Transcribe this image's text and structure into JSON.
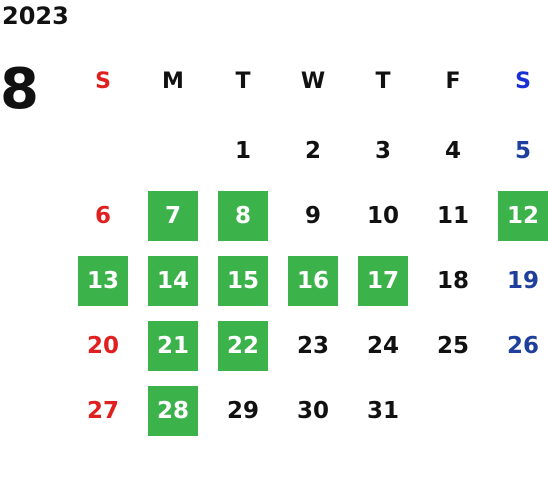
{
  "calendar": {
    "year": "2023",
    "month": "8",
    "weekdays": [
      "S",
      "M",
      "T",
      "W",
      "T",
      "F",
      "S"
    ],
    "colors": {
      "sunday": "#e02020",
      "saturday_header": "#1a2fd6",
      "saturday": "#1e3f9e",
      "weekday": "#111111",
      "highlight_bg": "#3cb34a",
      "highlight_text": "#ffffff"
    },
    "weeks": [
      [
        null,
        null,
        "1",
        "2",
        "3",
        "4",
        "5"
      ],
      [
        "6",
        "7",
        "8",
        "9",
        "10",
        "11",
        "12"
      ],
      [
        "13",
        "14",
        "15",
        "16",
        "17",
        "18",
        "19"
      ],
      [
        "20",
        "21",
        "22",
        "23",
        "24",
        "25",
        "26"
      ],
      [
        "27",
        "28",
        "29",
        "30",
        "31",
        null,
        null
      ]
    ],
    "highlighted_days": [
      "7",
      "8",
      "12",
      "13",
      "14",
      "15",
      "16",
      "17",
      "21",
      "22",
      "28"
    ]
  }
}
